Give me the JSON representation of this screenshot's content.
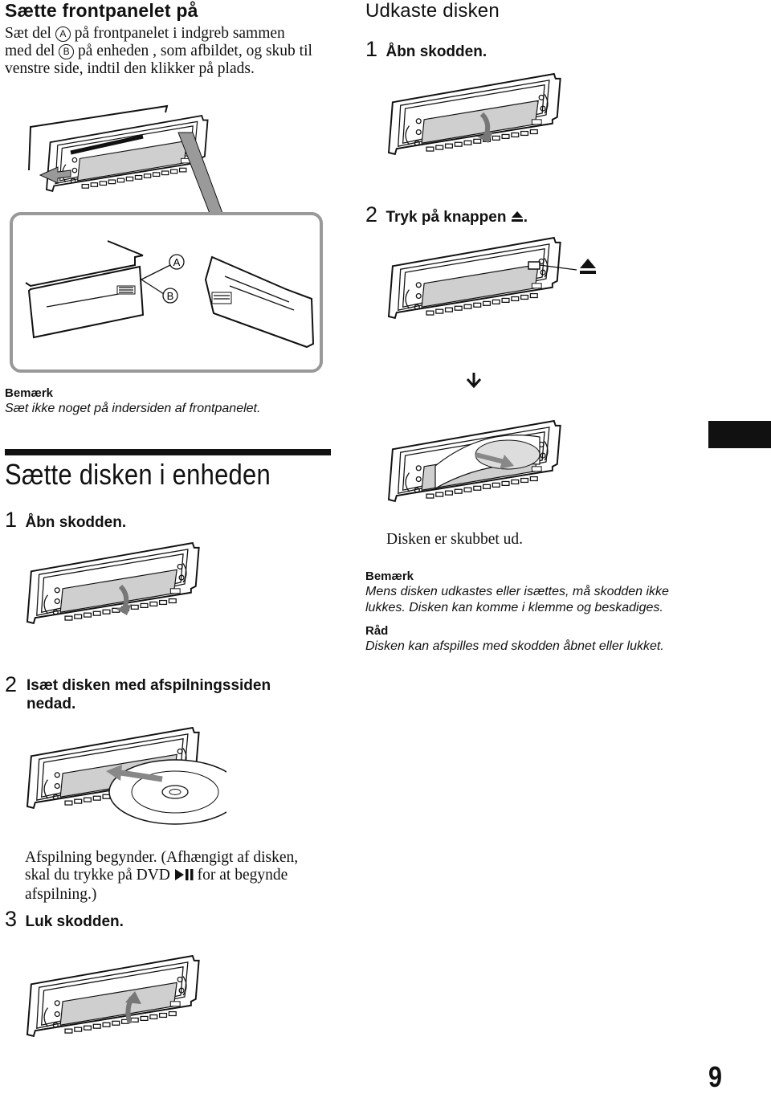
{
  "left": {
    "attach_title": "Sætte frontpanelet på",
    "attach_text": {
      "l1a": "Sæt del ",
      "marker_a": "A",
      "l1b": " på frontpanelet i indgreb sammen",
      "l2a": "med del ",
      "marker_b": "B",
      "l2b": " på enheden , som afbildet, og skub til",
      "l3": "venstre side, indtil den klikker på plads."
    },
    "diagram_labels": {
      "a": "A",
      "b": "B"
    },
    "note1": {
      "heading": "Bemærk",
      "text": "Sæt ikke noget på indersiden af frontpanelet."
    },
    "insert_title": "Sætte disken i enheden",
    "step1": {
      "num": "1",
      "text": "Åbn skodden."
    },
    "step2": {
      "num": "2",
      "line1": "Isæt disken med afspilningssiden",
      "line2": "nedad."
    },
    "playback": {
      "l1": "Afspilning begynder. (Afhængigt af disken,",
      "l2a": "skal du trykke på DVD ",
      "play_icon": "play-pause-icon",
      "l2b": " for at begynde",
      "l3": "afspilning.)"
    },
    "step3": {
      "num": "3",
      "text": "Luk skodden."
    }
  },
  "right": {
    "eject_title": "Udkaste disken",
    "step1": {
      "num": "1",
      "text": "Åbn skodden."
    },
    "step2": {
      "num": "2",
      "text": "Tryk på knappen ",
      "icon": "eject-icon",
      "suffix": "."
    },
    "ejected": "Disken er skubbet ud.",
    "note": {
      "heading": "Bemærk",
      "line1": "Mens disken udkastes eller isættes, må skodden ikke",
      "line2": "lukkes. Disken kan komme i klemme og beskadiges."
    },
    "tip": {
      "heading": "Råd",
      "text": "Disken kan afspilles med skodden åbnet eller lukket."
    }
  },
  "page_number": "9",
  "colors": {
    "text": "#111111",
    "background": "#ffffff",
    "gray_fill": "#cfcfcf"
  }
}
